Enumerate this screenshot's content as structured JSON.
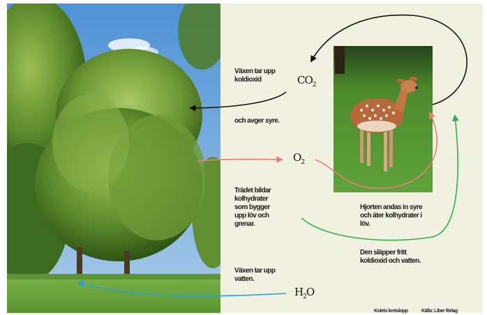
{
  "labels": {
    "tree_takes_co2": "Växen tar upp koldioxid",
    "tree_gives_o2": "och avger syre.",
    "tree_builds": "Trädet bildar kolhydrater som bygger upp löv och grenar.",
    "tree_takes_water": "Växen tar upp vatten.",
    "deer_breathes": "Hjorten andas in syre och äter kolhydrater i löv.",
    "deer_releases": "Den släpper fritt koldioxid och vatten."
  },
  "chemicals": {
    "co2": {
      "main": "CO",
      "sub": "2"
    },
    "o2": {
      "main": "O",
      "sub": "2"
    },
    "h2o": {
      "main": "H",
      "sub": "2",
      "end": "O"
    }
  },
  "footer": {
    "left": "Kolets kretslopp",
    "right": "Källa: Liber förlag"
  },
  "arrow_colors": {
    "co2": "#111111",
    "o2": "#f07b7b",
    "water": "#2a9fd6",
    "carbohydrate": "#2bb24c"
  },
  "scene_colors": {
    "sky": "#6ba6dc",
    "foliage_dark": "#3d6a1c",
    "foliage_light": "#8fb548",
    "grass": "#6da540",
    "deer_coat": "#b8693b",
    "deer_bg": "#3e7a26",
    "panel_bg": "#f0f1e1"
  }
}
